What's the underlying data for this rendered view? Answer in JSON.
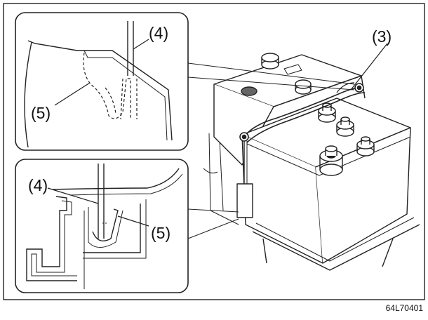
{
  "figure": {
    "callouts": {
      "detail_top_4": "(4)",
      "detail_top_5": "(5)",
      "main_3": "(3)",
      "detail_bottom_4": "(4)",
      "detail_bottom_5": "(5)"
    },
    "figure_code": "64L70401"
  }
}
